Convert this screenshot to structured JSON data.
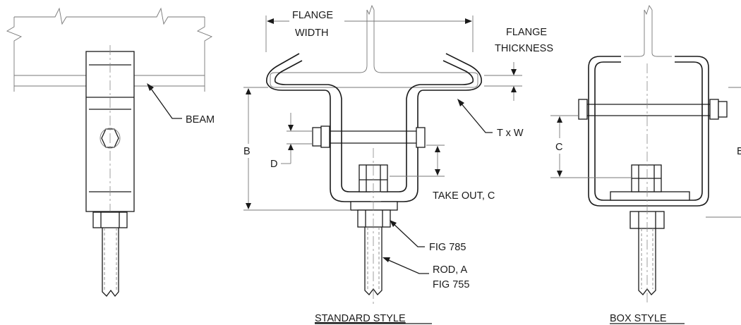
{
  "labels": {
    "beam": "BEAM",
    "flange_width_1": "FLANGE",
    "flange_width_2": "WIDTH",
    "flange_thickness_1": "FLANGE",
    "flange_thickness_2": "THICKNESS",
    "b_left": "B",
    "d": "D",
    "t_x_w": "T x W",
    "take_out": "TAKE OUT, C",
    "fig_785": "FIG 785",
    "rod_1": "ROD, A",
    "rod_2": "FIG 755",
    "c_box": "C",
    "b_box": "B"
  },
  "captions": {
    "standard": "STANDARD STYLE",
    "box": "BOX STYLE"
  }
}
